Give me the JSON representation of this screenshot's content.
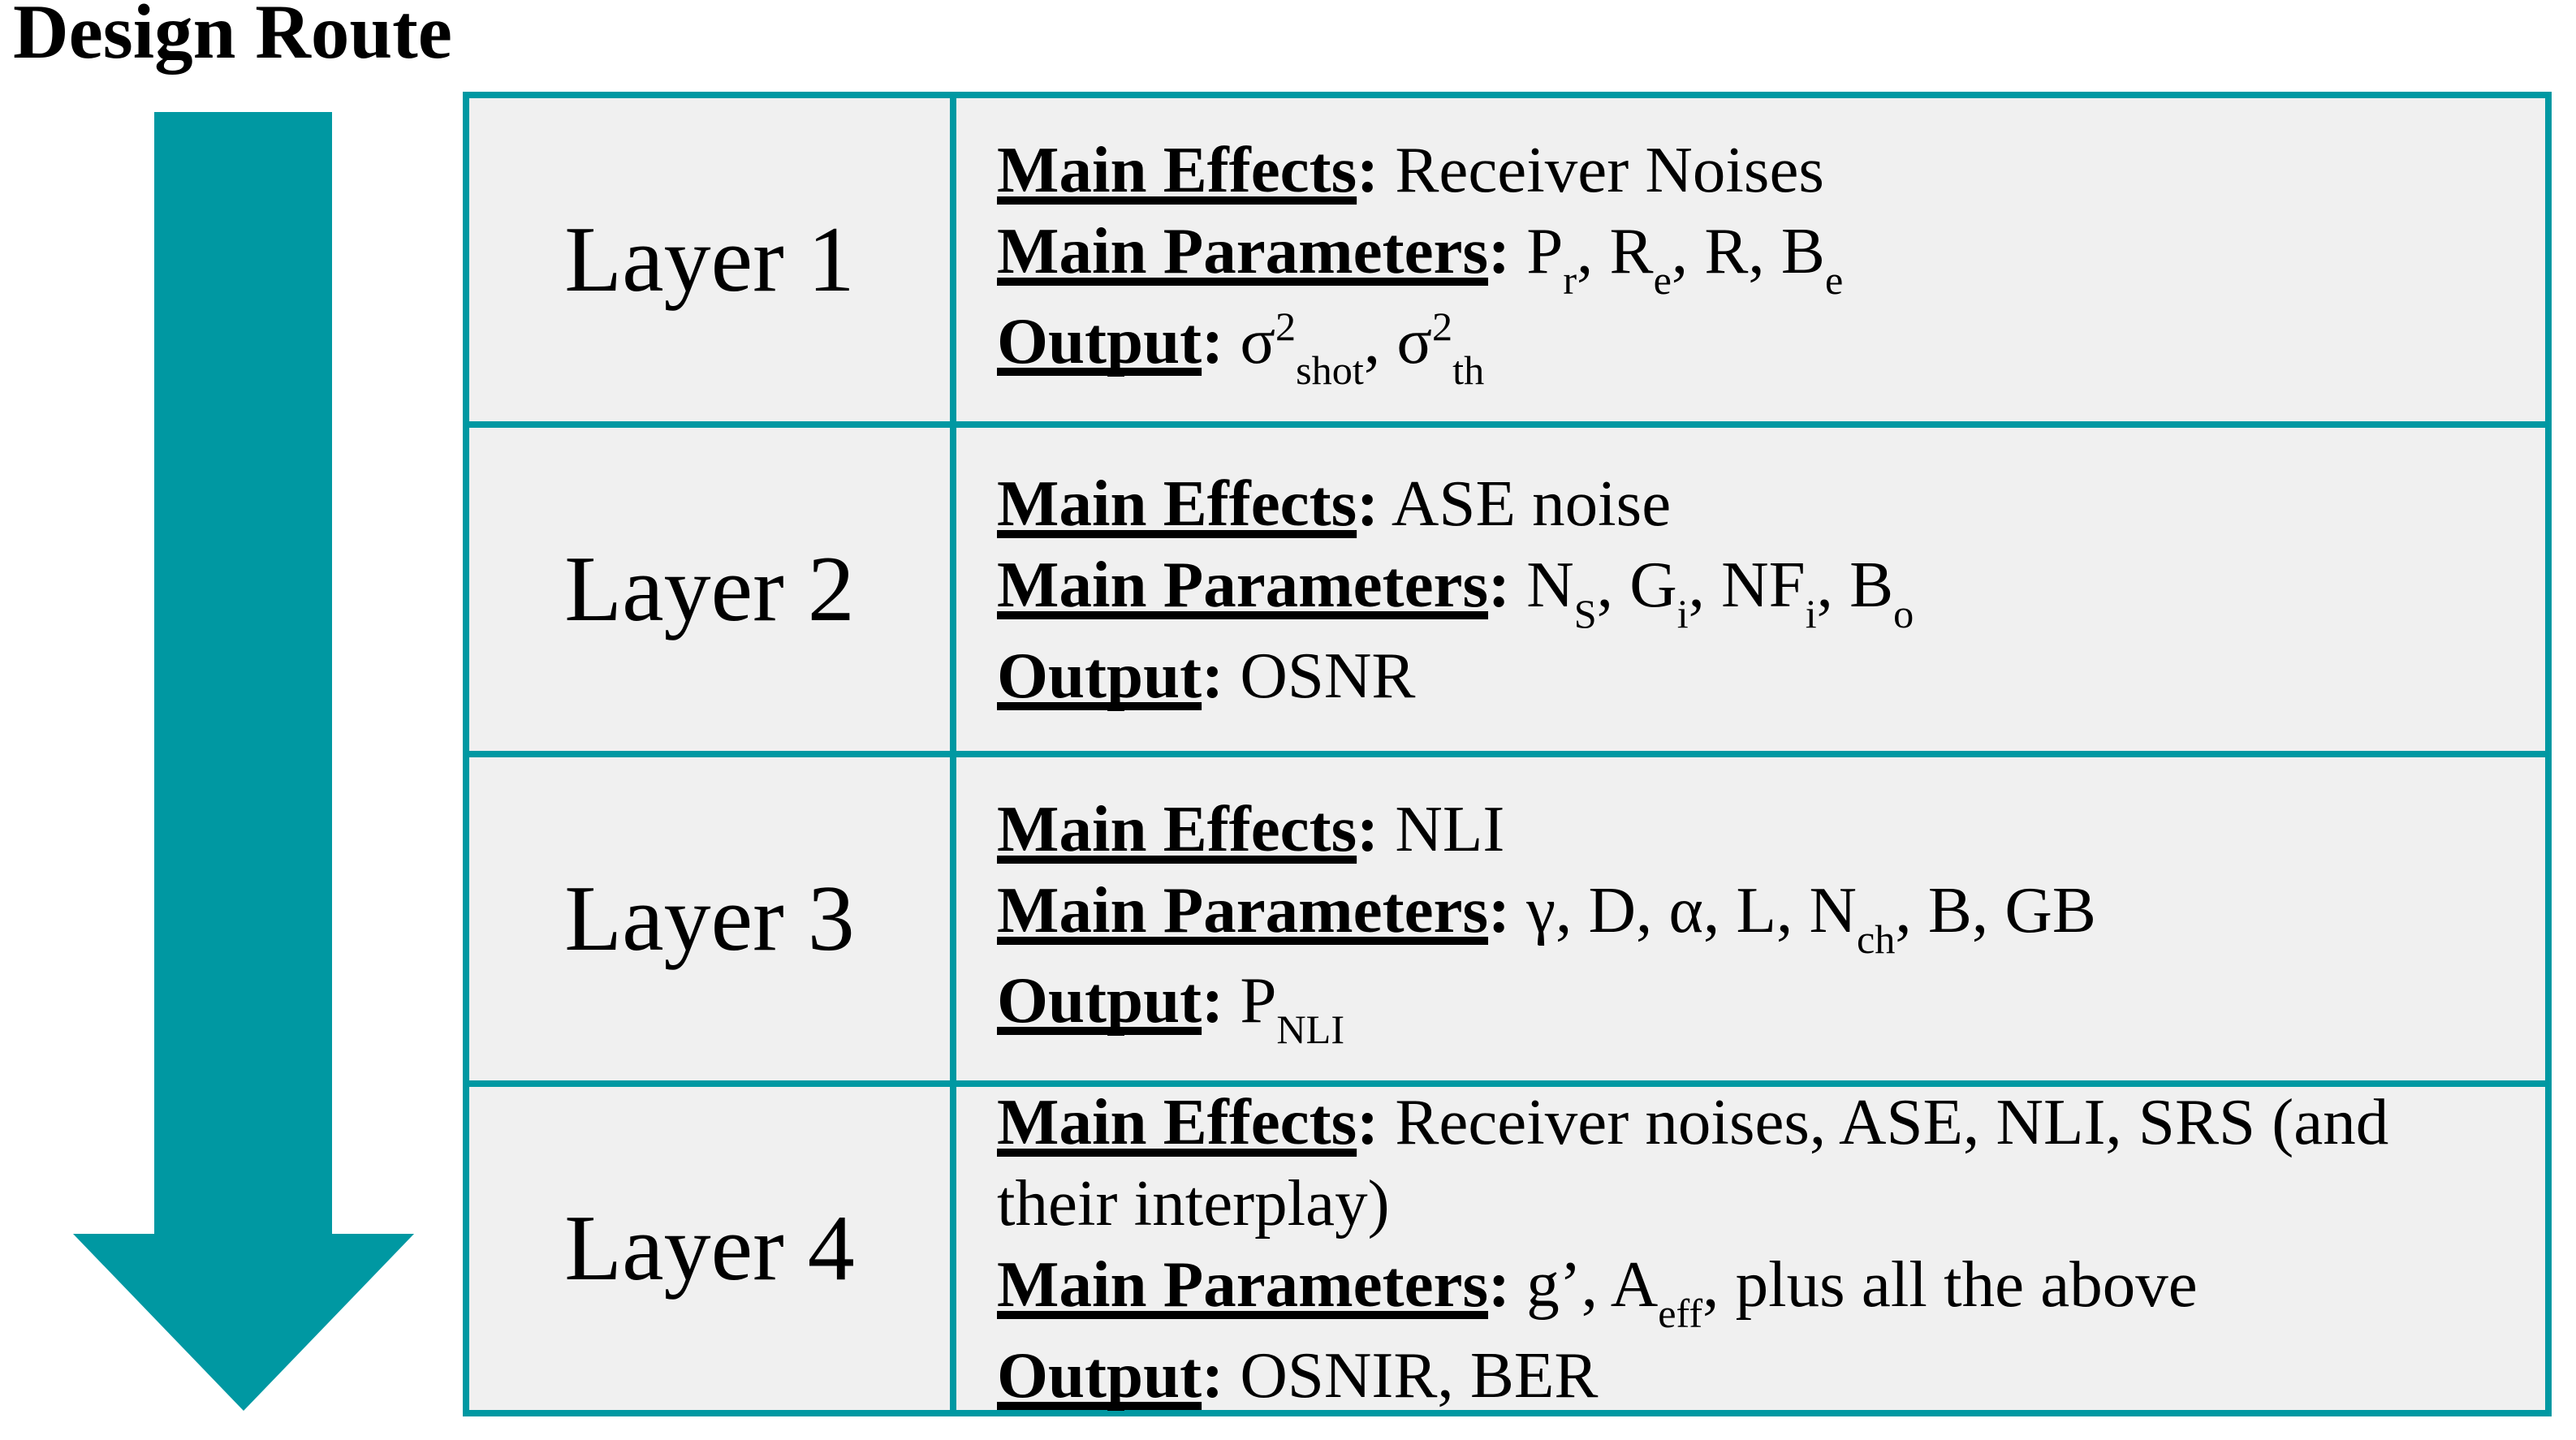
{
  "title": "Design Route",
  "colors": {
    "teal": "#0098A2",
    "cell_bg": "#F0F0F0",
    "text": "#000000",
    "page_bg": "#FFFFFF"
  },
  "arrow": {
    "name": "down-arrow",
    "direction": "down"
  },
  "table": {
    "colon": ":",
    "rows": [
      {
        "layer": "Layer 1",
        "lines": [
          {
            "label": "Main Effects",
            "segments": [
              {
                "t": "Receiver Noises"
              }
            ]
          },
          {
            "label": "Main Parameters",
            "segments": [
              {
                "t": "P"
              },
              {
                "t": "r",
                "s": "sub"
              },
              {
                "t": ", R"
              },
              {
                "t": "e",
                "s": "sub"
              },
              {
                "t": ", R, B"
              },
              {
                "t": "e",
                "s": "sub"
              }
            ]
          },
          {
            "label": "Output",
            "segments": [
              {
                "t": "σ"
              },
              {
                "t": "2",
                "s": "sup"
              },
              {
                "t": "shot",
                "s": "sub"
              },
              {
                "t": ", σ"
              },
              {
                "t": "2",
                "s": "sup"
              },
              {
                "t": "th",
                "s": "sub"
              }
            ]
          }
        ]
      },
      {
        "layer": "Layer 2",
        "lines": [
          {
            "label": "Main Effects",
            "segments": [
              {
                "t": "ASE noise"
              }
            ]
          },
          {
            "label": "Main Parameters",
            "segments": [
              {
                "t": "N"
              },
              {
                "t": "S",
                "s": "sub"
              },
              {
                "t": ", G"
              },
              {
                "t": "i",
                "s": "sub"
              },
              {
                "t": ", NF"
              },
              {
                "t": "i",
                "s": "sub"
              },
              {
                "t": ", B"
              },
              {
                "t": "o",
                "s": "sub"
              }
            ]
          },
          {
            "label": "Output",
            "segments": [
              {
                "t": "OSNR"
              }
            ]
          }
        ]
      },
      {
        "layer": "Layer 3",
        "lines": [
          {
            "label": "Main Effects",
            "segments": [
              {
                "t": "NLI"
              }
            ]
          },
          {
            "label": "Main Parameters",
            "segments": [
              {
                "t": "γ, D, α, L, N"
              },
              {
                "t": "ch",
                "s": "sub"
              },
              {
                "t": ", B, GB"
              }
            ]
          },
          {
            "label": "Output",
            "segments": [
              {
                "t": "P"
              },
              {
                "t": "NLI",
                "s": "sub"
              }
            ]
          }
        ]
      },
      {
        "layer": "Layer 4",
        "lines": [
          {
            "label": "Main Effects",
            "segments": [
              {
                "t": "Receiver noises, ASE, NLI, SRS (and their interplay)"
              }
            ]
          },
          {
            "label": "Main Parameters",
            "segments": [
              {
                "t": "g’, A"
              },
              {
                "t": "eff",
                "s": "sub"
              },
              {
                "t": ", plus all the above"
              }
            ]
          },
          {
            "label": "Output",
            "segments": [
              {
                "t": "OSNIR, BER"
              }
            ]
          }
        ]
      }
    ]
  }
}
